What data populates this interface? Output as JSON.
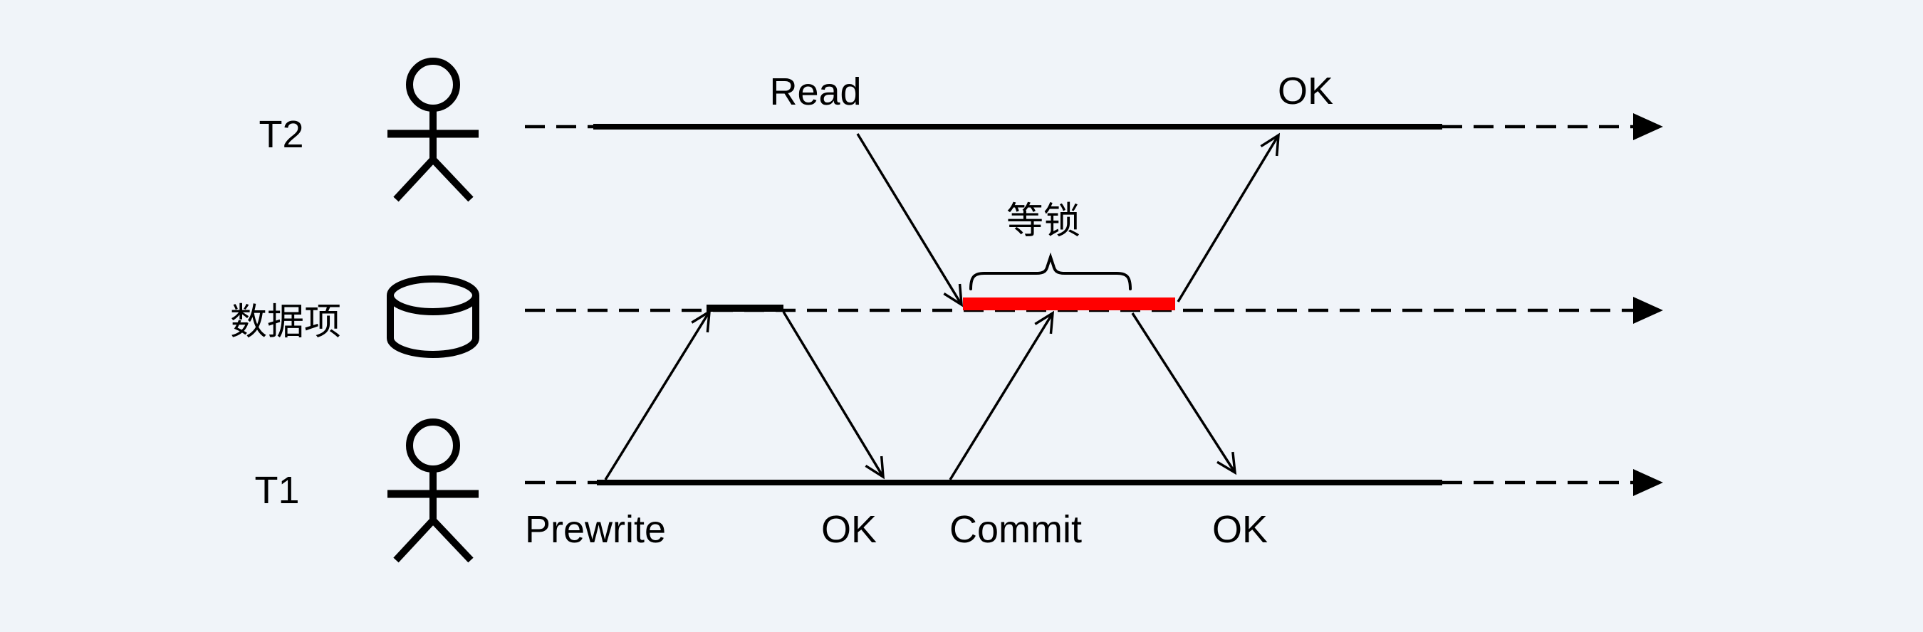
{
  "diagram": {
    "background_color": "#f0f4f9",
    "line_color": "#000000",
    "lock_highlight_color": "#ff0000",
    "lanes": [
      {
        "label": "T2",
        "actor": "person"
      },
      {
        "label": "数据项",
        "actor": "database"
      },
      {
        "label": "T1",
        "actor": "person"
      }
    ],
    "annotations": {
      "read": "Read",
      "t2_ok": "OK",
      "lock_wait": "等锁",
      "prewrite": "Prewrite",
      "prewrite_ok": "OK",
      "commit": "Commit",
      "commit_ok": "OK"
    }
  }
}
